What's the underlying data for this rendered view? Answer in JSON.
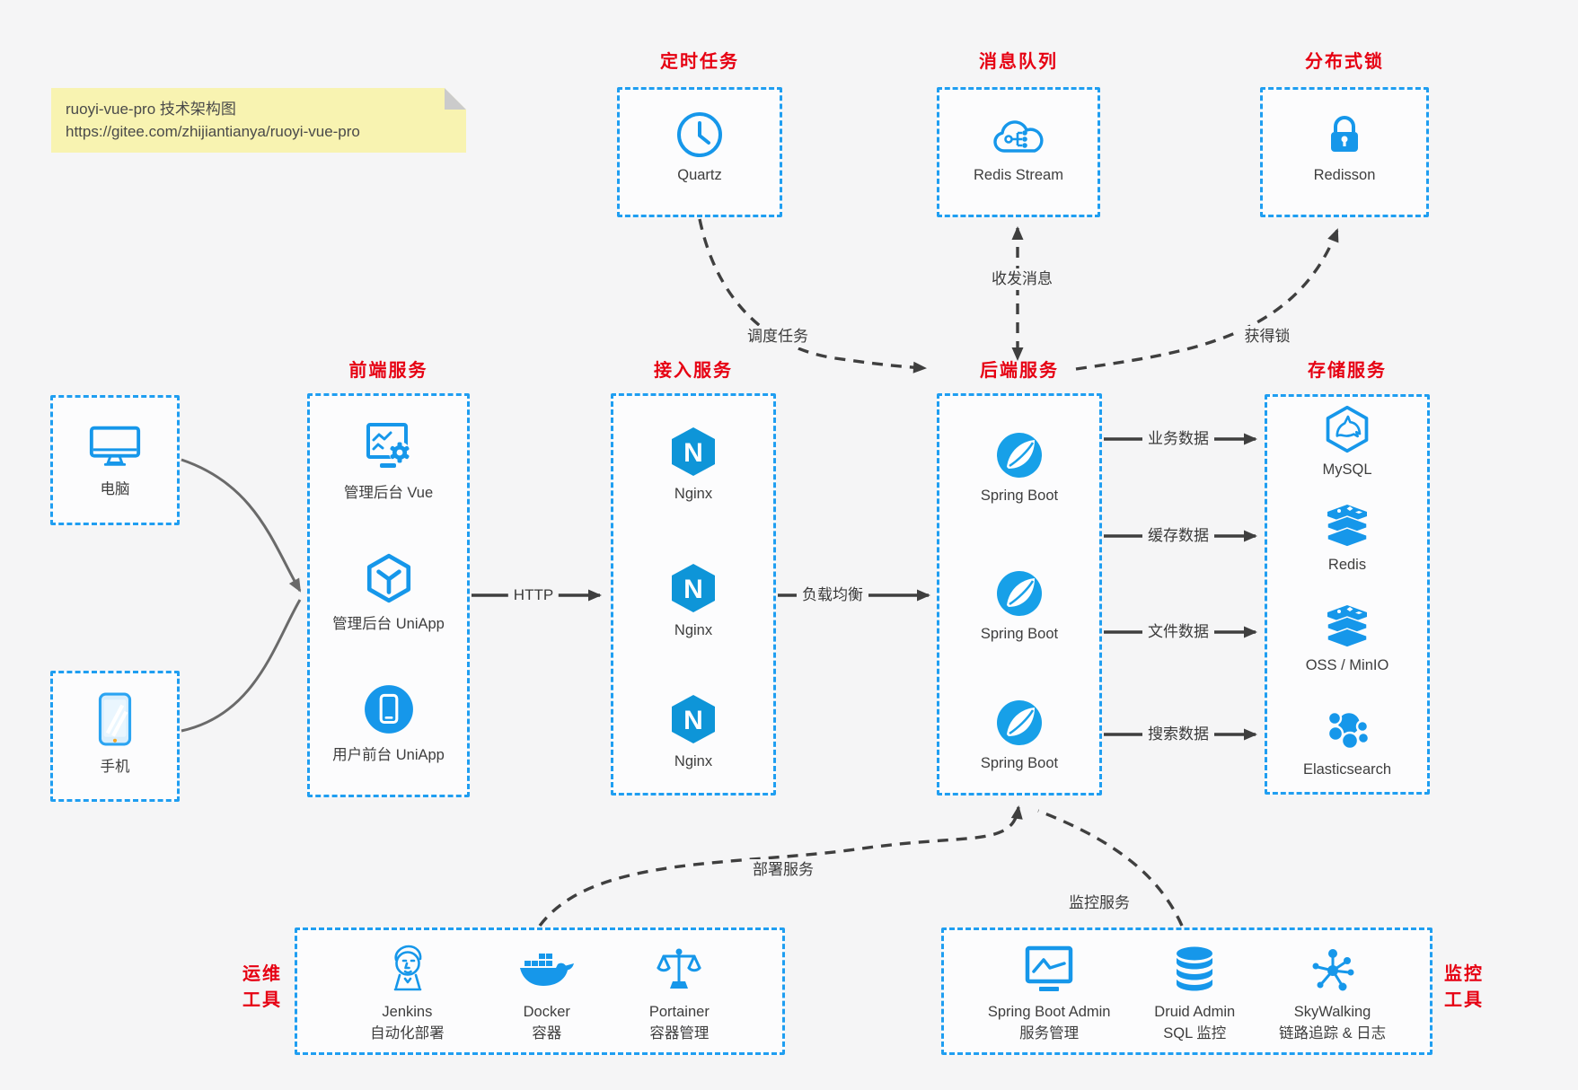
{
  "colors": {
    "accent_blue": "#1f9ef1",
    "icon_blue": "#1697ea",
    "title_red": "#e60012",
    "arrow_gray": "#3f3f3f",
    "note_bg": "#f8f3b1",
    "canvas_bg": "#f5f5f6"
  },
  "note": {
    "line1": "ruoyi-vue-pro 技术架构图",
    "line2": "https://gitee.com/zhijiantianya/ruoyi-vue-pro"
  },
  "groups": {
    "scheduled": {
      "title": "定时任务",
      "items": [
        {
          "label": "Quartz",
          "icon": "clock-icon"
        }
      ]
    },
    "mq": {
      "title": "消息队列",
      "items": [
        {
          "label": "Redis Stream",
          "icon": "cloud-stream-icon"
        }
      ]
    },
    "lock": {
      "title": "分布式锁",
      "items": [
        {
          "label": "Redisson",
          "icon": "lock-icon"
        }
      ]
    },
    "clients": {
      "items": [
        {
          "label": "电脑",
          "icon": "desktop-icon"
        },
        {
          "label": "手机",
          "icon": "smartphone-icon"
        }
      ]
    },
    "frontend": {
      "title": "前端服务",
      "items": [
        {
          "label": "管理后台 Vue",
          "icon": "admin-vue-icon"
        },
        {
          "label": "管理后台 UniApp",
          "icon": "uniapp-cube-icon"
        },
        {
          "label": "用户前台 UniApp",
          "icon": "user-app-icon"
        }
      ]
    },
    "gateway": {
      "title": "接入服务",
      "items": [
        {
          "label": "Nginx",
          "icon": "nginx-icon"
        },
        {
          "label": "Nginx",
          "icon": "nginx-icon"
        },
        {
          "label": "Nginx",
          "icon": "nginx-icon"
        }
      ]
    },
    "backend": {
      "title": "后端服务",
      "items": [
        {
          "label": "Spring Boot",
          "icon": "spring-icon"
        },
        {
          "label": "Spring Boot",
          "icon": "spring-icon"
        },
        {
          "label": "Spring Boot",
          "icon": "spring-icon"
        }
      ]
    },
    "storage": {
      "title": "存储服务",
      "items": [
        {
          "label": "MySQL",
          "icon": "mysql-icon"
        },
        {
          "label": "Redis",
          "icon": "redis-stack-icon"
        },
        {
          "label": "OSS / MinIO",
          "icon": "oss-stack-icon"
        },
        {
          "label": "Elasticsearch",
          "icon": "elasticsearch-icon"
        }
      ]
    },
    "ops": {
      "side_label": [
        "运维",
        "工具"
      ],
      "items": [
        {
          "name": "Jenkins",
          "desc": "自动化部署",
          "icon": "jenkins-icon"
        },
        {
          "name": "Docker",
          "desc": "容器",
          "icon": "docker-icon"
        },
        {
          "name": "Portainer",
          "desc": "容器管理",
          "icon": "portainer-icon"
        }
      ]
    },
    "monitoring": {
      "side_label": [
        "监控",
        "工具"
      ],
      "items": [
        {
          "name": "Spring Boot Admin",
          "desc": "服务管理",
          "icon": "sba-icon"
        },
        {
          "name": "Druid Admin",
          "desc": "SQL 监控",
          "icon": "druid-icon"
        },
        {
          "name": "SkyWalking",
          "desc": "链路追踪 & 日志",
          "icon": "skywalking-icon"
        }
      ]
    }
  },
  "edges": {
    "schedule": "调度任务",
    "message": "收发消息",
    "acquire_lock": "获得锁",
    "http": "HTTP",
    "load_balance": "负载均衡",
    "business_data": "业务数据",
    "cache_data": "缓存数据",
    "file_data": "文件数据",
    "search_data": "搜索数据",
    "deploy": "部署服务",
    "monitor": "监控服务"
  }
}
